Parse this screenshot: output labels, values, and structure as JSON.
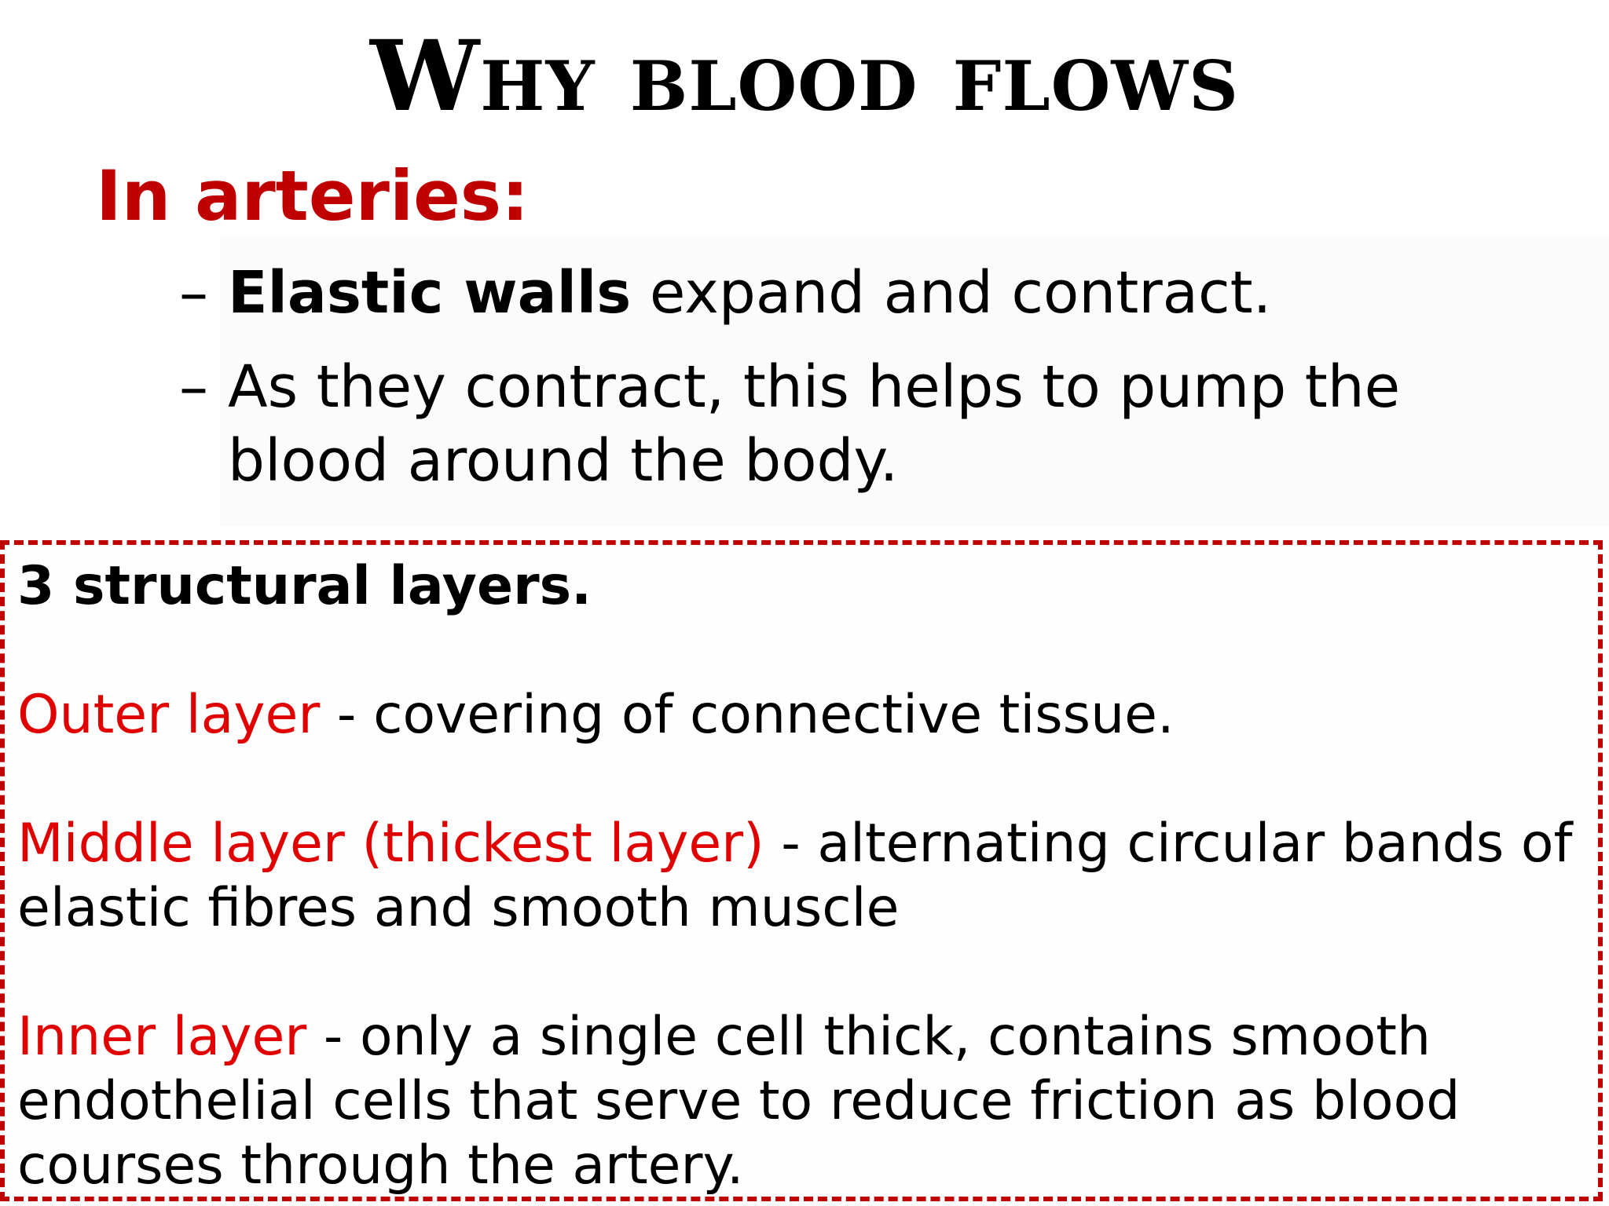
{
  "title": "Why blood flows",
  "section_heading": "In arteries:",
  "bullets": [
    {
      "dash": "–",
      "bold": "Elastic walls",
      "rest": " expand and contract."
    },
    {
      "dash": "–",
      "line1": "As they contract, this helps to pump the",
      "line2": "blood around the body."
    }
  ],
  "layers_box": {
    "title": "3 structural layers.",
    "outer": {
      "label": "Outer layer",
      "desc": " - covering of connective tissue."
    },
    "middle": {
      "label": "Middle layer (thickest layer)",
      "desc1": " - alternating circular bands of",
      "desc2": "elastic fibres and smooth muscle"
    },
    "inner": {
      "label": "Inner layer",
      "desc1": " - only a single cell thick, contains smooth",
      "desc2": "endothelial cells that serve to reduce friction as blood",
      "desc3": "courses through the artery."
    }
  },
  "colors": {
    "heading_red": "#c00000",
    "label_red": "#e00000",
    "border_red": "#c00000"
  }
}
